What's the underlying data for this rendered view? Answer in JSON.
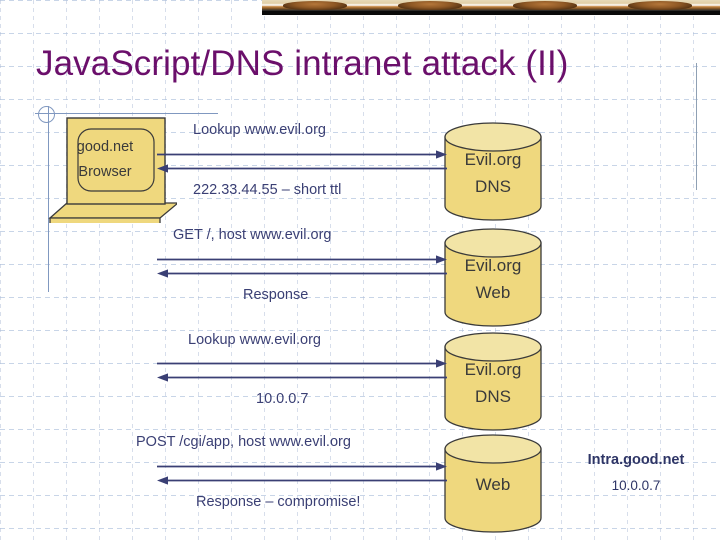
{
  "slide": {
    "title": "JavaScript/DNS intranet attack (II)",
    "title_color": "#6b0f6b",
    "background_color": "#ffffff"
  },
  "banner": {
    "name": "decorative-photo-strip"
  },
  "actors": {
    "client": {
      "line1": "good.net",
      "line2": "Browser",
      "shape": "laptop",
      "fill_color": "#efd87e"
    },
    "servers": [
      {
        "line1": "Evil.org",
        "line2": "DNS",
        "shape": "cylinder",
        "fill_color": "#efd87e"
      },
      {
        "line1": "Evil.org",
        "line2": "Web",
        "shape": "cylinder",
        "fill_color": "#efd87e"
      },
      {
        "line1": "Evil.org",
        "line2": "DNS",
        "shape": "cylinder",
        "fill_color": "#efd87e"
      },
      {
        "line1": "Web",
        "line2": "",
        "shape": "cylinder",
        "fill_color": "#efd87e"
      }
    ]
  },
  "messages": [
    {
      "text": "Lookup www.evil.org",
      "direction": "right"
    },
    {
      "text": "222.33.44.55 – short ttl",
      "direction": "left"
    },
    {
      "text": "GET /, host www.evil.org",
      "direction": "right"
    },
    {
      "text": "Response",
      "direction": "left"
    },
    {
      "text": "Lookup www.evil.org",
      "direction": "right"
    },
    {
      "text": "10.0.0.7",
      "direction": "left"
    },
    {
      "text": "POST /cgi/app, host www.evil.org",
      "direction": "right"
    },
    {
      "text": "Response  – compromise!",
      "direction": "left"
    }
  ],
  "annotations": {
    "intranet_host": "Intra.good.net",
    "intranet_ip": "10.0.0.7"
  },
  "colors": {
    "arrow": "#3a3f74",
    "label_text": "#3a3f74",
    "shape_fill": "#efd87e",
    "shape_stroke": "#3a3a3a",
    "guide_line": "#8098c0"
  }
}
